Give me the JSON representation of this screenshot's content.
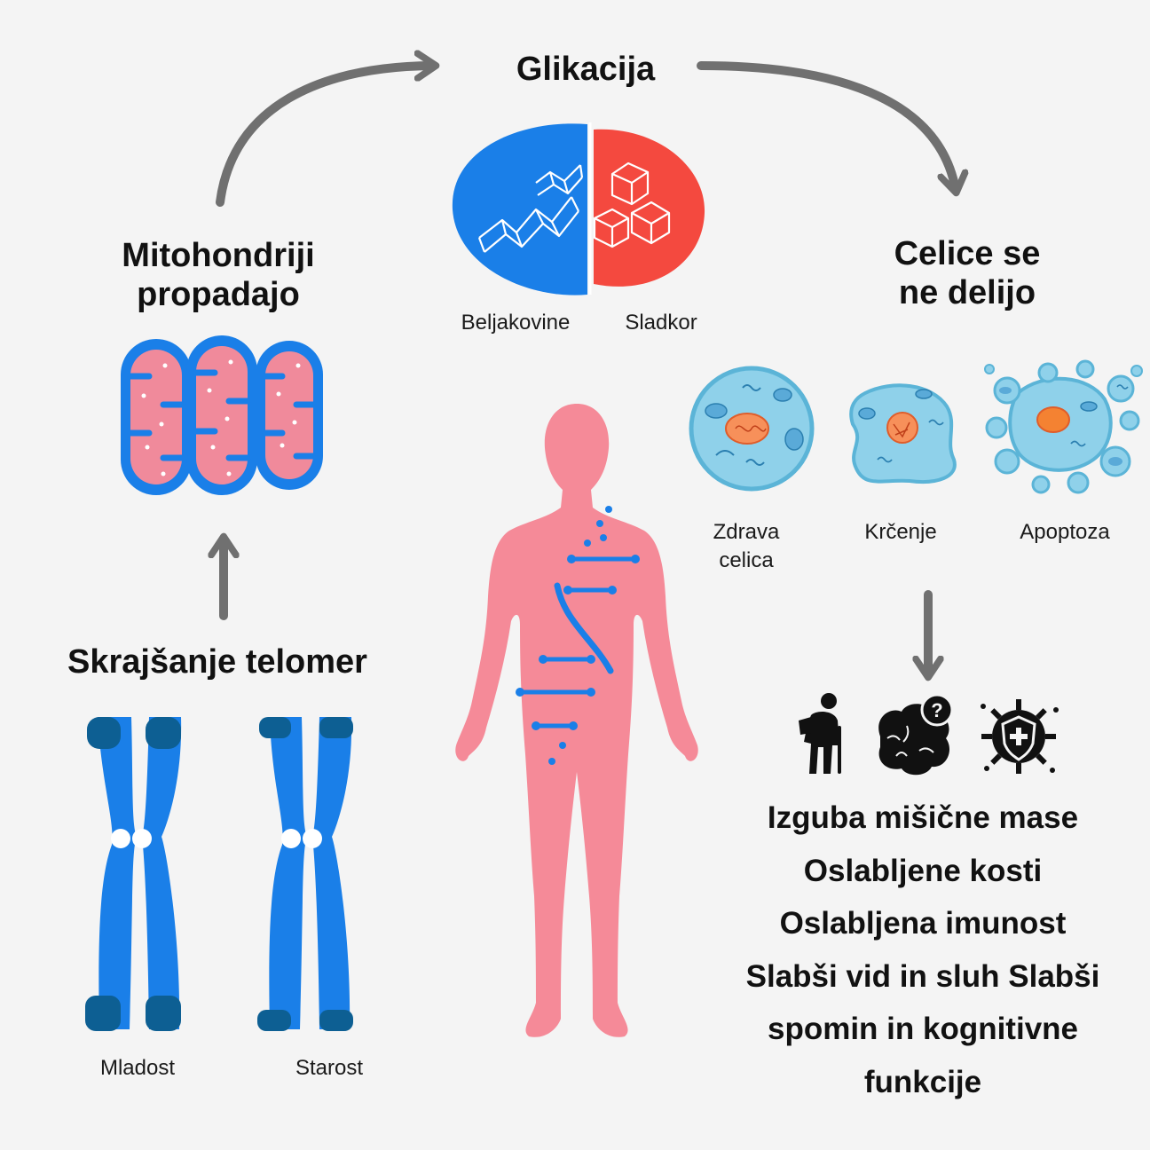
{
  "title": "Glikacija",
  "glycation": {
    "label_left": "Beljakovine",
    "label_right": "Sladkor"
  },
  "mitochondria": {
    "line1": "Mitohondriji",
    "line2": "propadajo"
  },
  "cells": {
    "heading_line1": "Celice se",
    "heading_line2": "ne delijo",
    "healthy_line1": "Zdrava",
    "healthy_line2": "celica",
    "shrink": "Krčenje",
    "apoptosis": "Apoptoza"
  },
  "telomeres": {
    "heading": "Skrajšanje telomer",
    "young": "Mladost",
    "old": "Starost"
  },
  "effects": [
    "Izguba mišične mase",
    "Oslabljene kosti",
    "Oslabljena imunost",
    "Slabši vid in sluh Slabši",
    "spomin in kognitivne",
    "funkcije"
  ],
  "icons": [
    "elderly-person-icon",
    "brain-question-icon",
    "immune-shield-icon"
  ],
  "colors": {
    "background": "#f4f4f4",
    "blue": "#1a7fe8",
    "dark_blue": "#0d5f93",
    "red": "#f4493f",
    "pink": "#f58a98",
    "cell_cyan": "#8fd1ea",
    "cell_border": "#5bb4d7",
    "nucleus": "#f7905a",
    "arrow": "#707070"
  }
}
